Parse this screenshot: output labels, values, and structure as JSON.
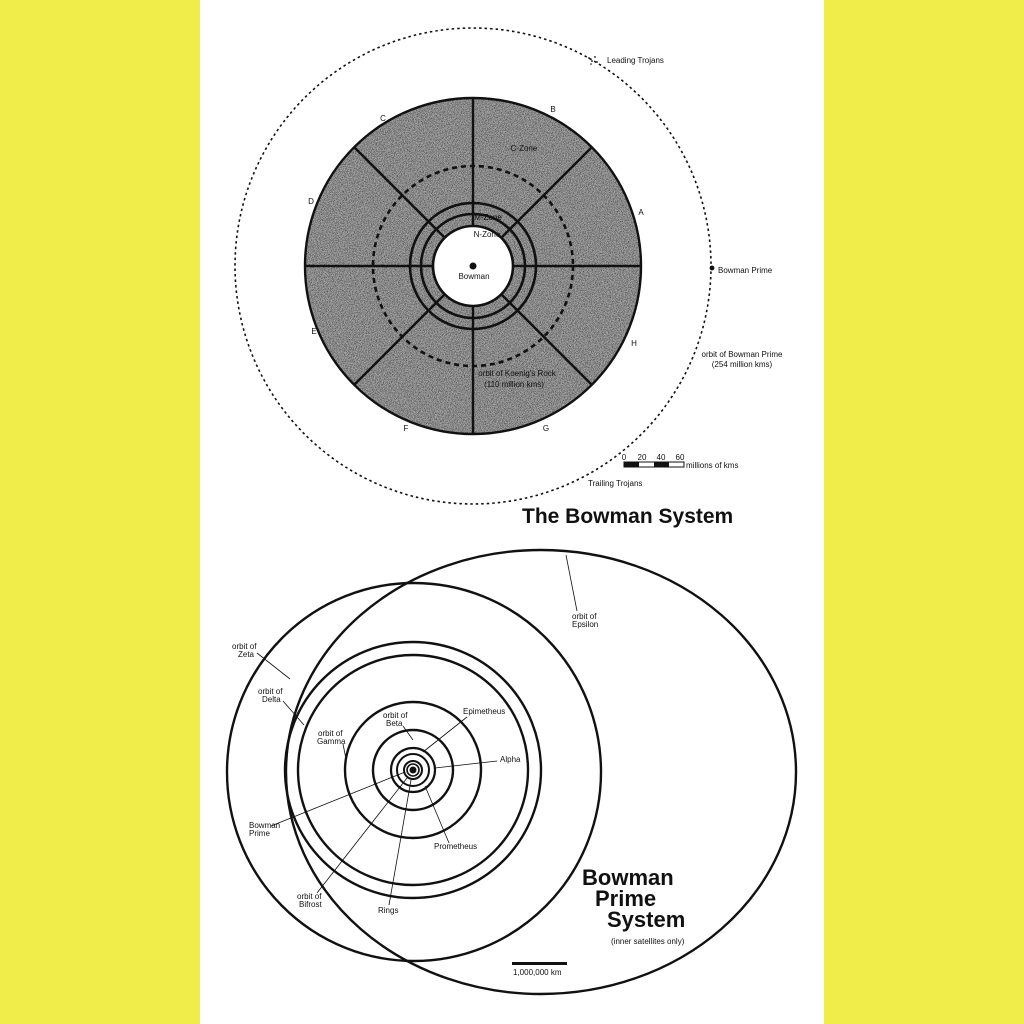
{
  "colors": {
    "background": "#f0ec4a",
    "page": "#ffffff",
    "ink": "#111111",
    "stipple": "#9a9a9a"
  },
  "bowman_system": {
    "title": "The Bowman System",
    "sector_labels": [
      "A",
      "B",
      "C",
      "D",
      "E",
      "F",
      "G",
      "H"
    ],
    "zones": {
      "c_zone": "C-Zone",
      "m_zone": "M-Zone",
      "n_zone": "N-Zone"
    },
    "star": "Bowman",
    "leading_trojans": "Leading Trojans",
    "trailing_trojans": "Trailing Trojans",
    "planet": "Bowman Prime",
    "orbit_prime_line1": "orbit of Bowman Prime",
    "orbit_prime_line2": "(254 million kms)",
    "orbit_koenig_line1": "orbit of Koenig's Rock",
    "orbit_koenig_line2": "(110 million kms)",
    "scale_ticks": [
      "0",
      "20",
      "40",
      "60"
    ],
    "scale_unit": "millions of kms"
  },
  "prime_system": {
    "title_line1": "Bowman",
    "title_line2": "Prime",
    "title_line3": "System",
    "subtitle": "(inner satellites only)",
    "scale_label": "1,000,000 km",
    "labels": {
      "epsilon_1": "orbit of",
      "epsilon_2": "Epsilon",
      "zeta_1": "orbit of",
      "zeta_2": "Zeta",
      "delta_1": "orbit of",
      "delta_2": "Delta",
      "gamma_1": "orbit of",
      "gamma_2": "Gamma",
      "beta_1": "orbit of",
      "beta_2": "Beta",
      "epimetheus": "Epimetheus",
      "alpha": "Alpha",
      "prometheus": "Prometheus",
      "prime_1": "Bowman",
      "prime_2": "Prime",
      "bifrost_1": "orbit of",
      "bifrost_2": "Bifrost",
      "rings": "Rings"
    }
  }
}
